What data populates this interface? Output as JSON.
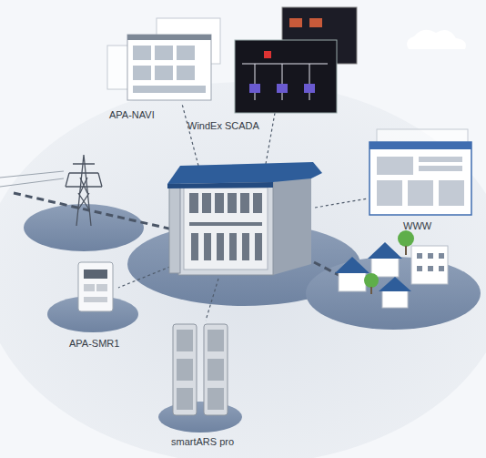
{
  "diagram": {
    "nodes": [
      {
        "text": [
          "APA-NAVI"
        ]
      },
      {
        "text": [
          "WindEx SCADA"
        ]
      },
      {
        "text": [
          "WWW"
        ]
      },
      {
        "text": [
          "APA-SMR1"
        ]
      },
      {
        "text": [
          "smartARS pro"
        ]
      }
    ]
  }
}
